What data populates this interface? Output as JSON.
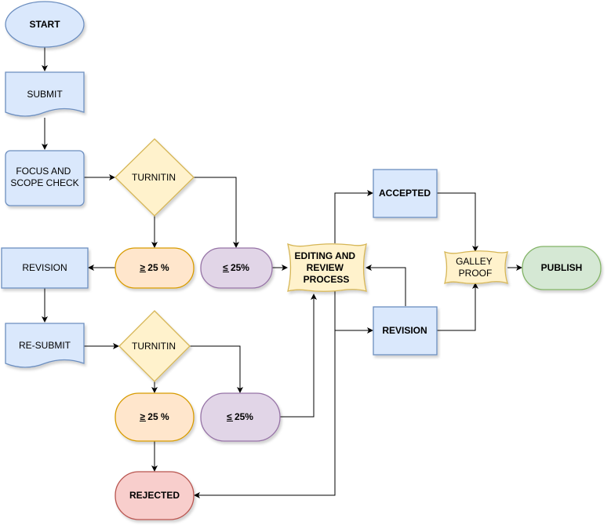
{
  "diagram": {
    "colors": {
      "blue_fill": "#dae8fc",
      "blue_stroke": "#6c8ebf",
      "yellow_fill": "#fff2cc",
      "yellow_stroke": "#d6b656",
      "orange_fill": "#ffe6cc",
      "orange_stroke": "#d79b00",
      "purple_fill": "#e1d5e7",
      "purple_stroke": "#9673a6",
      "green_fill": "#d5e8d4",
      "green_stroke": "#82b366",
      "red_fill": "#f8cecc",
      "red_stroke": "#b85450"
    },
    "nodes": {
      "start": "START",
      "submit": "SUBMIT",
      "focus_scope": [
        "FOCUS AND",
        "SCOPE CHECK"
      ],
      "turnitin_1": "TURNITIN",
      "high_1": "≥ 25 %",
      "low_1": "≤ 25%",
      "revision_1": "REVISION",
      "resubmit": "RE-SUBMIT",
      "turnitin_2": "TURNITIN",
      "low_2": "≤ 25%",
      "high_2": "≥ 25 %",
      "rejected": "REJECTED",
      "editing_review": [
        "EDITING AND",
        "REVIEW",
        "PROCESS"
      ],
      "accepted": "ACCEPTED",
      "revision_2": "REVISION",
      "galley_proof": [
        "GALLEY",
        "PROOF"
      ],
      "publish": "PUBLISH"
    }
  }
}
